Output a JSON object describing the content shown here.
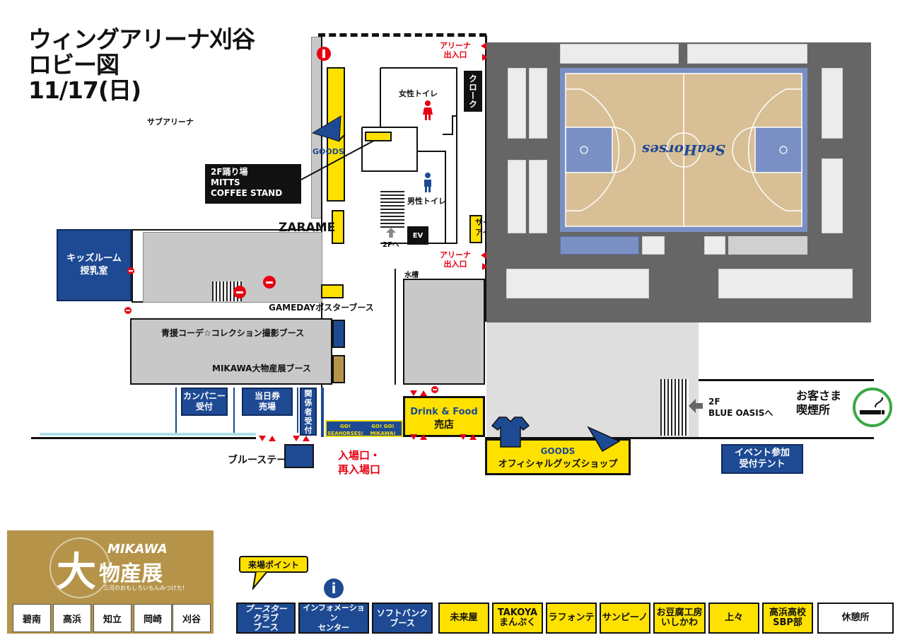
{
  "header": {
    "title_line1": "ウィングアリーナ刈谷",
    "title_line2": "ロビー図",
    "title_line3": "11/17(日)"
  },
  "areas": {
    "sub_arena": "サブアリーナ",
    "goods_small": "GOODS",
    "dance_floor_line1": "2F踊り場",
    "dance_floor_line2": "MITTS",
    "dance_floor_line3": "COFFEE STAND",
    "zarame": "ZARAME",
    "womens_toilet": "女性トイレ",
    "mens_toilet": "男性トイレ",
    "cloak": "クローク",
    "arena_entrance_top_1": "アリーナ",
    "arena_entrance_top_2": "出入口",
    "arena_entrance_mid_1": "アリーナ",
    "arena_entrance_mid_2": "出入口",
    "ice_cream_1": "サーティワン",
    "ice_cream_2": "アイスクリーム",
    "stairs_2f": "2Fへ",
    "elevator": "EV",
    "kids_room_1": "キッズルーム",
    "kids_room_2": "授乳室",
    "gameday_poster": "GAMEDAYポスターブース",
    "coord_booth": "青援コーデ☆コレクション撮影ブース",
    "mikawa_booth": "MIKAWA大物産展ブース",
    "water_tank": "水槽",
    "company_1": "カンパニー",
    "company_2": "受付",
    "sameday_1": "当日券",
    "sameday_2": "売場",
    "staff_1": "関",
    "staff_2": "係",
    "staff_3": "者",
    "staff_4": "受",
    "staff_5": "付",
    "banner_1": "GO! SEAHORSES!",
    "banner_2": "GO! GO! MIKAWA!",
    "blue_stage": "ブルーステージ",
    "entrance_1": "入場口・",
    "entrance_2": "再入場口",
    "drink_food_1": "Drink & Food",
    "drink_food_2": "売店",
    "goods_official_1": "GOODS",
    "goods_official_2": "オフィシャルグッズショップ",
    "blue_oasis_1": "2F",
    "blue_oasis_2": "BLUE OASISへ",
    "smoking_1": "お客さま",
    "smoking_2": "喫煙所",
    "event_tent_1": "イベント参加",
    "event_tent_2": "受付テント",
    "court_logo": "SeaHorses"
  },
  "mikawa": {
    "logo_big": "大",
    "logo_text": "MIKAWA",
    "logo_sub": "物産展",
    "logo_tagline": "三河のおもしろいもんみつけた!",
    "cities": [
      "碧南",
      "高浜",
      "知立",
      "岡崎",
      "刈谷"
    ]
  },
  "legend": {
    "point_label": "来場ポイント",
    "booster_1": "ブースター",
    "booster_2": "クラブ",
    "booster_3": "ブース",
    "info_1": "インフォメーション",
    "info_2": "センター",
    "softbank_1": "ソフトバンク",
    "softbank_2": "ブース",
    "food": [
      {
        "l1": "未来屋",
        "l2": ""
      },
      {
        "l1": "TAKOYA",
        "l2": "まんぷく"
      },
      {
        "l1": "ラフォンテ",
        "l2": ""
      },
      {
        "l1": "サンピーノ",
        "l2": ""
      },
      {
        "l1": "お豆腐工房",
        "l2": "いしかわ"
      },
      {
        "l1": "上々",
        "l2": ""
      },
      {
        "l1": "高浜高校",
        "l2": "SBP部"
      }
    ],
    "rest": "休憩所"
  },
  "colors": {
    "navy": "#1e4a93",
    "yellow": "#ffe100",
    "red": "#e60012",
    "court": "#d8bf95",
    "court_border": "#7a90c4",
    "gold": "#b5944a"
  }
}
